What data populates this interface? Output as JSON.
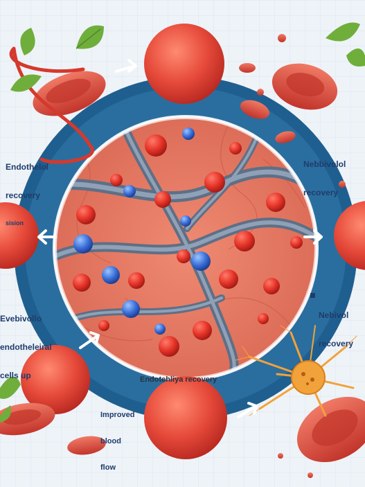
{
  "colors": {
    "background": "#eef3f8",
    "grid": "#dbe5ef",
    "ring": "#1f5f8f",
    "ring_inner": "#2a6e9f",
    "arrow": "#ffffff",
    "cell_red": "#e64a3a",
    "cell_red_dark": "#b5261f",
    "tissue": "#e27761",
    "vessel": "#7d8da2",
    "blue_cell": "#3a6fd8",
    "leaf": "#6fae3b",
    "neuron": "#f2a23a"
  },
  "labels": {
    "top_left_line1": "Endothelol",
    "top_left_line2": "recovery",
    "top_left_line3": "sision",
    "top_right_line1": "Nebbivolol",
    "top_right_line2": "recovery",
    "mid_left_line1": "Evebivollo",
    "mid_left_line2": "endotheleiral",
    "mid_left_line3": "cells up",
    "mid_right_line1": "Nebivol",
    "mid_right_line2": "recovery",
    "bottom_center": "Endotehliya recovery",
    "bottom_left_line1": "Improved",
    "bottom_left_line2": "blood",
    "bottom_left_line3": "flow"
  },
  "icons": [
    "arrow-icon",
    "leaf-icon",
    "red-blood-cell-icon",
    "neuron-icon"
  ]
}
